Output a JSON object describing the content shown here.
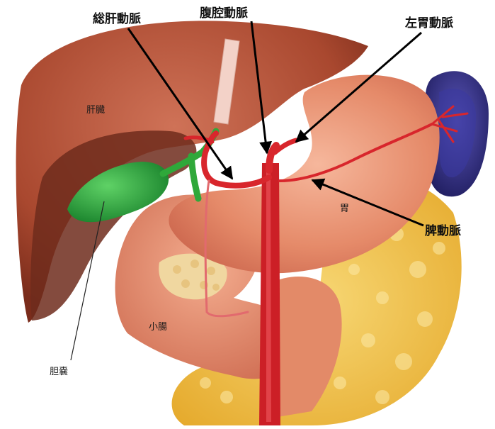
{
  "labels": {
    "common_hepatic_artery": "総肝動脈",
    "celiac_artery": "腹腔動脈",
    "left_gastric_artery": "左胃動脈",
    "splenic_artery": "脾動脈",
    "liver": "肝臓",
    "stomach": "胃",
    "small_intestine": "小腸",
    "gallbladder": "胆嚢"
  },
  "colors": {
    "liver": "#b5563d",
    "stomach": "#e48c6c",
    "intestine": "#e08a68",
    "artery": "#d8262c",
    "gallbladder": "#2fa83a",
    "spleen": "#2c2a7a",
    "fat": "#f2c54a"
  }
}
